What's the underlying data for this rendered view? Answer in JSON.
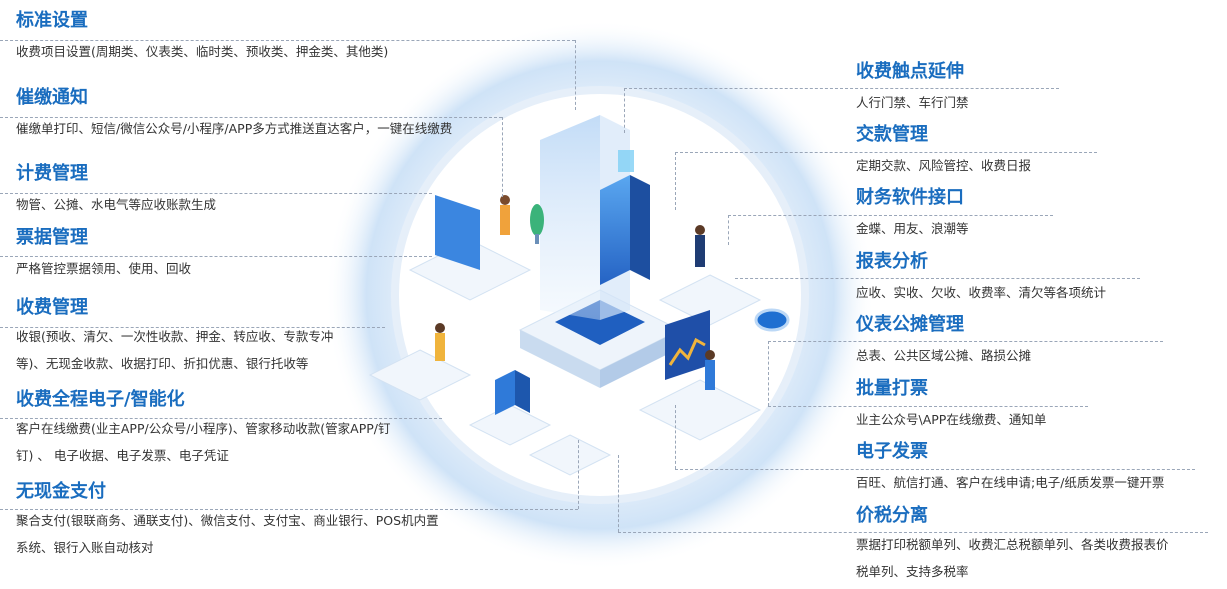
{
  "left": [
    {
      "title": "标准设置",
      "lines": [
        "收费项目设置(周期类、仪表类、临时类、预收类、押金类、其他类)"
      ]
    },
    {
      "title": "催缴通知",
      "lines": [
        "催缴单打印、短信/微信公众号/小程序/APP多方式推送直达客户，一键在线缴费"
      ]
    },
    {
      "title": "计费管理",
      "lines": [
        "物管、公摊、水电气等应收账款生成"
      ]
    },
    {
      "title": "票据管理",
      "lines": [
        "严格管控票据领用、使用、回收"
      ]
    },
    {
      "title": "收费管理",
      "lines": [
        "收银(预收、清欠、一次性收款、押金、转应收、专款专冲",
        "等)、无现金收款、收据打印、折扣优惠、银行托收等"
      ]
    },
    {
      "title": "收费全程电子/智能化",
      "lines": [
        "客户在线缴费(业主APP/公众号/小程序)、管家移动收款(管家APP/钉",
        "钉) 、 电子收据、电子发票、电子凭证"
      ]
    },
    {
      "title": "无现金支付",
      "lines": [
        "聚合支付(银联商务、通联支付)、微信支付、支付宝、商业银行、POS机内置",
        "系统、银行入账自动核对"
      ]
    }
  ],
  "right": [
    {
      "title": "收费触点延伸",
      "lines": [
        "人行门禁、车行门禁"
      ]
    },
    {
      "title": "交款管理",
      "lines": [
        "定期交款、风险管控、收费日报"
      ]
    },
    {
      "title": "财务软件接口",
      "lines": [
        "金蝶、用友、浪潮等"
      ]
    },
    {
      "title": "报表分析",
      "lines": [
        "应收、实收、欠收、收费率、清欠等各项统计"
      ]
    },
    {
      "title": "仪表公摊管理",
      "lines": [
        "总表、公共区域公摊、路损公摊"
      ]
    },
    {
      "title": "批量打票",
      "lines": [
        "业主公众号\\APP在线缴费、通知单"
      ]
    },
    {
      "title": "电子发票",
      "lines": [
        "百旺、航信打通、客户在线申请;电子/纸质发票一键开票"
      ]
    },
    {
      "title": "价税分离",
      "lines": [
        "票据打印税额单列、收费汇总税额单列、各类收费报表价",
        "税单列、支持多税率"
      ]
    }
  ],
  "colors": {
    "title": "#1a6dbf",
    "text": "#333333",
    "divider": "#9aa6b8",
    "glow": "#cfe3f7"
  }
}
